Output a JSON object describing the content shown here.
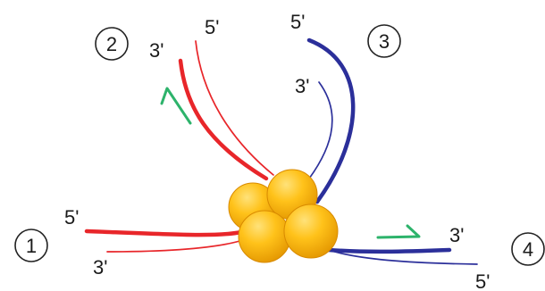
{
  "arms": [
    {
      "number": "1",
      "top_end": "5'",
      "bottom_end": "3'"
    },
    {
      "number": "2",
      "top_end": "5'",
      "bottom_end": "3'"
    },
    {
      "number": "3",
      "top_end": "5'",
      "bottom_end": "3'"
    },
    {
      "number": "4",
      "top_end": "3'",
      "bottom_end": "5'"
    }
  ],
  "colors": {
    "red_strand": "#e8262a",
    "blue_strand": "#2b2f9a",
    "arrow": "#2db36b",
    "complex_fill": "#f5b400",
    "complex_edge": "#d88a00"
  }
}
